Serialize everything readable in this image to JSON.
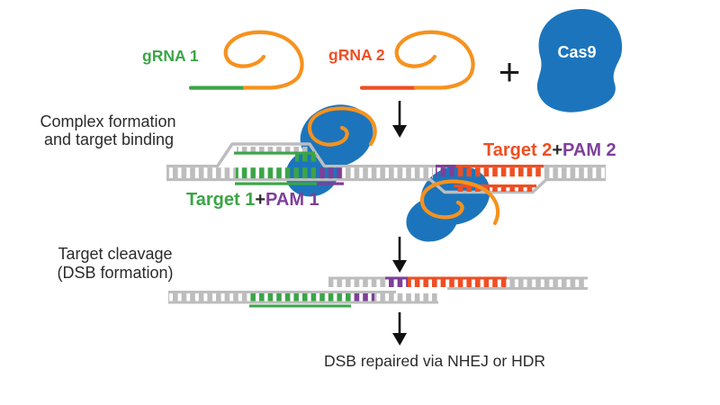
{
  "colors": {
    "green": "#3BA547",
    "orange": "#F6921E",
    "red_orange": "#F04E23",
    "purple": "#7E3F98",
    "cas9_blue": "#1C75BC",
    "dna_gray": "#BDBDBD",
    "text_dark": "#2B2B2B"
  },
  "top_row": {
    "grna1_label": "gRNA 1",
    "grna2_label": "gRNA 2",
    "plus_sign": "+",
    "cas9_label": "Cas9"
  },
  "step1": {
    "line1": "Complex formation",
    "line2": "and target binding"
  },
  "site1": {
    "target": "Target 1",
    "plus": "+",
    "pam": "PAM 1"
  },
  "site2": {
    "target": "Target 2",
    "plus": "+",
    "pam": "PAM 2"
  },
  "step2": {
    "line1": "Target cleavage",
    "line2": "(DSB formation)"
  },
  "result": {
    "text": "DSB repaired via NHEJ or HDR"
  }
}
